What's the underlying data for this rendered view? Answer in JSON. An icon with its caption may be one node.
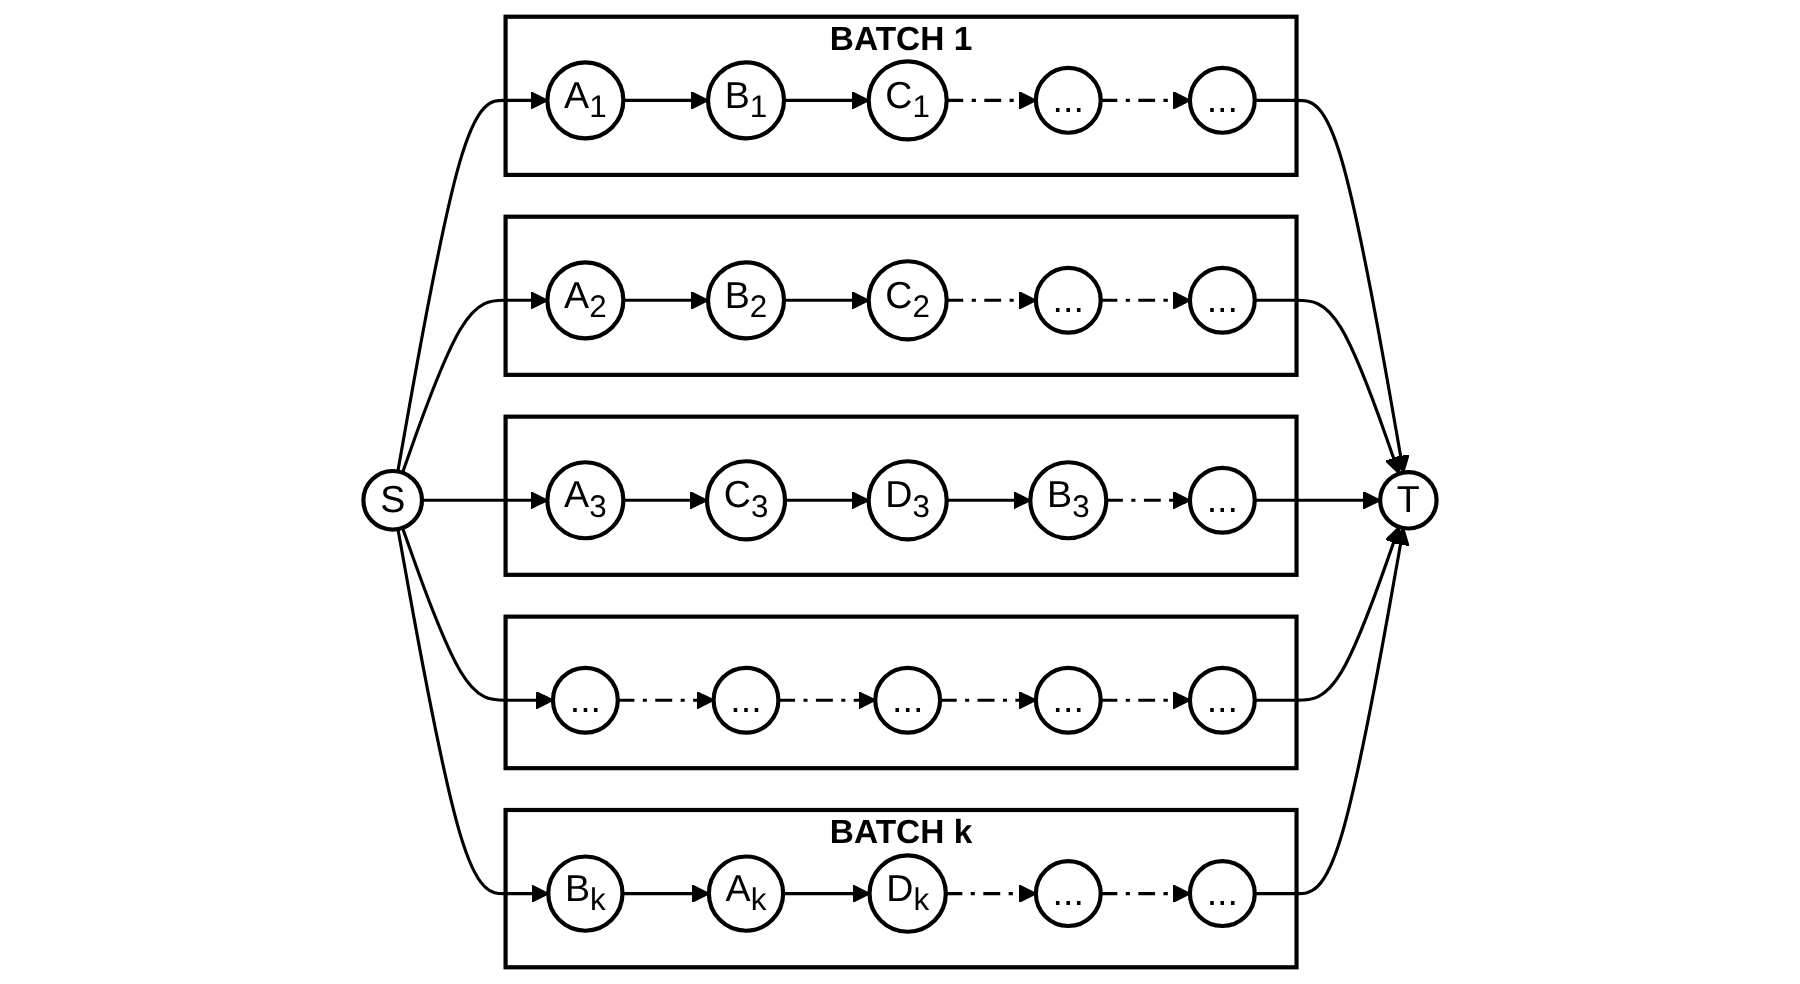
{
  "diagram": {
    "nodes": [
      {
        "text": [
          "S"
        ]
      },
      {
        "text": [
          "BATCH 1"
        ]
      },
      {
        "text": [
          "A$_{1}$"
        ],
        "in": 1
      },
      {
        "text": [
          "B$_{1}$"
        ],
        "in": 1
      },
      {
        "text": [
          "C$_{1}$"
        ],
        "in": 1
      },
      {
        "text": [
          "..."
        ],
        "in": 1
      },
      {
        "text": [
          "..."
        ],
        "in": 1
      },
      {
        "text": [],
        "shape": "box"
      },
      {
        "text": [
          "A$_{2}$"
        ],
        "in": 7
      },
      {
        "text": [
          "B$_{2}$"
        ],
        "in": 7
      },
      {
        "text": [
          "C$_{2}$"
        ],
        "in": 7
      },
      {
        "text": [
          "..."
        ],
        "in": 7
      },
      {
        "text": [
          "..."
        ],
        "in": 7
      },
      {
        "text": [],
        "shape": "box"
      },
      {
        "text": [
          "A$_{3}$"
        ],
        "in": 13
      },
      {
        "text": [
          "C$_{3}$"
        ],
        "in": 13
      },
      {
        "text": [
          "D$_{3}$"
        ],
        "in": 13
      },
      {
        "text": [
          "B$_{3}$"
        ],
        "in": 13
      },
      {
        "text": [
          "..."
        ],
        "in": 13
      },
      {
        "text": [],
        "shape": "box"
      },
      {
        "text": [
          "..."
        ],
        "in": 19
      },
      {
        "text": [
          "..."
        ],
        "in": 19
      },
      {
        "text": [
          "..."
        ],
        "in": 19
      },
      {
        "text": [
          "..."
        ],
        "in": 19
      },
      {
        "text": [
          "..."
        ],
        "in": 19
      },
      {
        "text": [
          "BATCH k"
        ]
      },
      {
        "text": [
          "B$_{k}$"
        ],
        "in": 25
      },
      {
        "text": [
          "A$_{k}$"
        ],
        "in": 25
      },
      {
        "text": [
          "D$_{k}$"
        ],
        "in": 25
      },
      {
        "text": [
          "..."
        ],
        "in": 25
      },
      {
        "text": [
          "..."
        ],
        "in": 25
      },
      {
        "text": [
          "T"
        ]
      }
    ],
    "edges": [
      {
        "from": 0,
        "to": 2,
        "arrow": "to"
      },
      {
        "from": 0,
        "to": 8,
        "arrow": "to"
      },
      {
        "from": 0,
        "to": 14,
        "arrow": "to"
      },
      {
        "from": 0,
        "to": 20,
        "arrow": "to"
      },
      {
        "from": 0,
        "to": 26,
        "arrow": "to"
      },
      {
        "from": 2,
        "to": 3,
        "arrow": "to"
      },
      {
        "from": 3,
        "to": 4,
        "arrow": "to"
      },
      {
        "from": 4,
        "to": 5,
        "arrow": "to",
        "style": "dashed"
      },
      {
        "from": 5,
        "to": 6,
        "arrow": "to",
        "style": "dashed"
      },
      {
        "from": 8,
        "to": 9,
        "arrow": "to"
      },
      {
        "from": 9,
        "to": 10,
        "arrow": "to"
      },
      {
        "from": 10,
        "to": 11,
        "arrow": "to",
        "style": "dashed"
      },
      {
        "from": 11,
        "to": 12,
        "arrow": "to",
        "style": "dashed"
      },
      {
        "from": 14,
        "to": 15,
        "arrow": "to"
      },
      {
        "from": 15,
        "to": 16,
        "arrow": "to"
      },
      {
        "from": 16,
        "to": 17,
        "arrow": "to"
      },
      {
        "from": 17,
        "to": 18,
        "arrow": "to",
        "style": "dashed"
      },
      {
        "from": 20,
        "to": 21,
        "arrow": "to",
        "style": "dashed"
      },
      {
        "from": 21,
        "to": 22,
        "arrow": "to",
        "style": "dashed"
      },
      {
        "from": 22,
        "to": 23,
        "arrow": "to",
        "style": "dashed"
      },
      {
        "from": 23,
        "to": 24,
        "arrow": "to",
        "style": "dashed"
      },
      {
        "from": 26,
        "to": 27,
        "arrow": "to"
      },
      {
        "from": 27,
        "to": 28,
        "arrow": "to"
      },
      {
        "from": 28,
        "to": 29,
        "arrow": "to",
        "style": "dashed"
      },
      {
        "from": 29,
        "to": 30,
        "arrow": "to",
        "style": "dashed"
      },
      {
        "from": 6,
        "to": 31,
        "arrow": "to"
      },
      {
        "from": 12,
        "to": 31,
        "arrow": "to"
      },
      {
        "from": 18,
        "to": 31,
        "arrow": "to"
      },
      {
        "from": 24,
        "to": 31,
        "arrow": "to"
      },
      {
        "from": 30,
        "to": 31,
        "arrow": "to"
      }
    ]
  }
}
